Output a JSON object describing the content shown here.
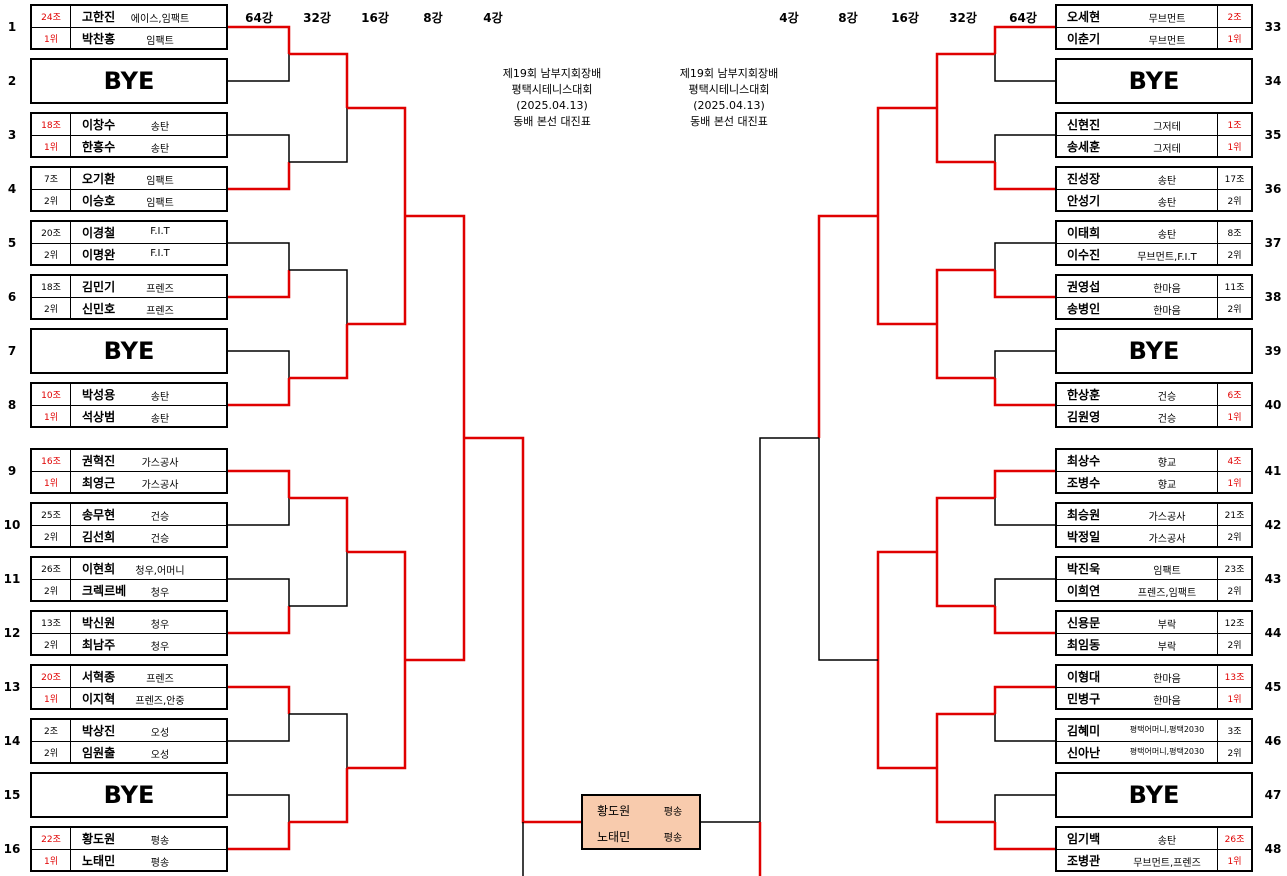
{
  "title_left": [
    "제19회 남부지회장배",
    "평택시테니스대회",
    "(2025.04.13)",
    "동배 본선 대진표"
  ],
  "title_right": [
    "제19회 남부지회장배",
    "평택시테니스대회",
    "(2025.04.13)",
    "동배 본선 대진표"
  ],
  "rounds_left": [
    "64강",
    "32강",
    "16강",
    "8강",
    "4강"
  ],
  "rounds_right": [
    "4강",
    "8강",
    "16강",
    "32강",
    "64강"
  ],
  "bye_label": "BYE",
  "left": [
    {
      "num": "1",
      "group": "24조",
      "rank": "1위",
      "red": true,
      "p1": "고한진",
      "c1": "에이스,임팩트",
      "p2": "박찬홍",
      "c2": "임팩트"
    },
    {
      "num": "2",
      "bye": true
    },
    {
      "num": "3",
      "group": "18조",
      "rank": "1위",
      "red": true,
      "p1": "이창수",
      "c1": "송탄",
      "p2": "한흥수",
      "c2": "송탄"
    },
    {
      "num": "4",
      "group": "7조",
      "rank": "2위",
      "red": false,
      "p1": "오기환",
      "c1": "임팩트",
      "p2": "이승호",
      "c2": "임팩트"
    },
    {
      "num": "5",
      "group": "20조",
      "rank": "2위",
      "red": false,
      "p1": "이경철",
      "c1": "F.I.T",
      "p2": "이명완",
      "c2": "F.I.T"
    },
    {
      "num": "6",
      "group": "18조",
      "rank": "2위",
      "red": false,
      "p1": "김민기",
      "c1": "프렌즈",
      "p2": "신민호",
      "c2": "프렌즈"
    },
    {
      "num": "7",
      "bye": true
    },
    {
      "num": "8",
      "group": "10조",
      "rank": "1위",
      "red": true,
      "p1": "박성용",
      "c1": "송탄",
      "p2": "석상범",
      "c2": "송탄"
    },
    {
      "num": "9",
      "group": "16조",
      "rank": "1위",
      "red": true,
      "p1": "권혁진",
      "c1": "가스공사",
      "p2": "최영근",
      "c2": "가스공사"
    },
    {
      "num": "10",
      "group": "25조",
      "rank": "2위",
      "red": false,
      "p1": "송무현",
      "c1": "건승",
      "p2": "김선희",
      "c2": "건승"
    },
    {
      "num": "11",
      "group": "26조",
      "rank": "2위",
      "red": false,
      "p1": "이현희",
      "c1": "청우,어머니",
      "p2": "크렉르베",
      "c2": "청우"
    },
    {
      "num": "12",
      "group": "13조",
      "rank": "2위",
      "red": false,
      "p1": "박신원",
      "c1": "청우",
      "p2": "최남주",
      "c2": "청우"
    },
    {
      "num": "13",
      "group": "20조",
      "rank": "1위",
      "red": true,
      "p1": "서혁종",
      "c1": "프렌즈",
      "p2": "이지혁",
      "c2": "프렌즈,안중"
    },
    {
      "num": "14",
      "group": "2조",
      "rank": "2위",
      "red": false,
      "p1": "박상진",
      "c1": "오성",
      "p2": "임원출",
      "c2": "오성"
    },
    {
      "num": "15",
      "bye": true
    },
    {
      "num": "16",
      "group": "22조",
      "rank": "1위",
      "red": true,
      "p1": "황도원",
      "c1": "평송",
      "p2": "노태민",
      "c2": "평송"
    }
  ],
  "right": [
    {
      "num": "33",
      "group": "2조",
      "rank": "1위",
      "red": true,
      "p1": "오세현",
      "c1": "무브먼트",
      "p2": "이춘기",
      "c2": "무브먼트"
    },
    {
      "num": "34",
      "bye": true
    },
    {
      "num": "35",
      "group": "1조",
      "rank": "1위",
      "red": true,
      "p1": "신현진",
      "c1": "그저테",
      "p2": "송세훈",
      "c2": "그저테"
    },
    {
      "num": "36",
      "group": "17조",
      "rank": "2위",
      "red": false,
      "p1": "진성장",
      "c1": "송탄",
      "p2": "안성기",
      "c2": "송탄"
    },
    {
      "num": "37",
      "group": "8조",
      "rank": "2위",
      "red": false,
      "p1": "이태희",
      "c1": "송탄",
      "p2": "이수진",
      "c2": "무브먼트,F.I.T"
    },
    {
      "num": "38",
      "group": "11조",
      "rank": "2위",
      "red": false,
      "p1": "권영섭",
      "c1": "한마음",
      "p2": "송병인",
      "c2": "한마음"
    },
    {
      "num": "39",
      "bye": true
    },
    {
      "num": "40",
      "group": "6조",
      "rank": "1위",
      "red": true,
      "p1": "한상훈",
      "c1": "건승",
      "p2": "김원영",
      "c2": "건승"
    },
    {
      "num": "41",
      "group": "4조",
      "rank": "1위",
      "red": true,
      "p1": "최상수",
      "c1": "향교",
      "p2": "조병수",
      "c2": "향교"
    },
    {
      "num": "42",
      "group": "21조",
      "rank": "2위",
      "red": false,
      "p1": "최승원",
      "c1": "가스공사",
      "p2": "박정일",
      "c2": "가스공사"
    },
    {
      "num": "43",
      "group": "23조",
      "rank": "2위",
      "red": false,
      "p1": "박진욱",
      "c1": "임팩트",
      "p2": "이희연",
      "c2": "프렌즈,임팩트"
    },
    {
      "num": "44",
      "group": "12조",
      "rank": "2위",
      "red": false,
      "p1": "신용문",
      "c1": "부락",
      "p2": "최임동",
      "c2": "부락"
    },
    {
      "num": "45",
      "group": "13조",
      "rank": "1위",
      "red": true,
      "p1": "이형대",
      "c1": "한마음",
      "p2": "민병구",
      "c2": "한마음"
    },
    {
      "num": "46",
      "group": "3조",
      "rank": "2위",
      "red": false,
      "p1": "김혜미",
      "c1": "평택어머니,평택2030",
      "p2": "신아난",
      "c2": "평택어머니,평택2030"
    },
    {
      "num": "47",
      "bye": true
    },
    {
      "num": "48",
      "group": "26조",
      "rank": "1위",
      "red": true,
      "p1": "임기백",
      "c1": "송탄",
      "p2": "조병관",
      "c2": "무브먼트,프렌즈"
    }
  ],
  "center_box": {
    "p1": "황도원",
    "c1": "평송",
    "p2": "노태민",
    "c2": "평송"
  }
}
